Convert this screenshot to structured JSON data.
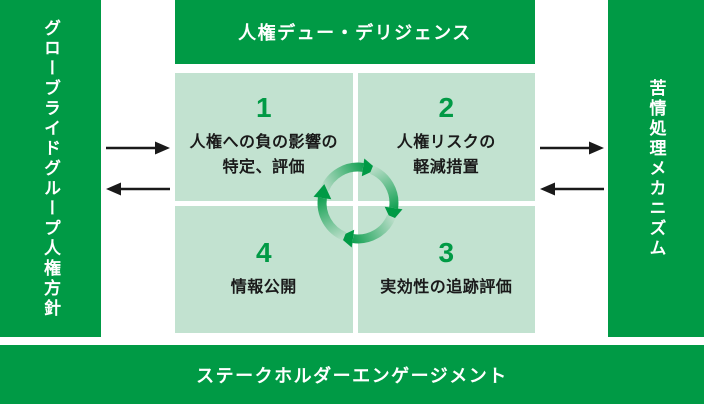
{
  "colors": {
    "brand_green": "#009a45",
    "panel_light_green": "#c2e2d0",
    "arrow_black": "#1a1a1a",
    "text_white": "#ffffff"
  },
  "top_bar": {
    "label": "人権デュー・デリジェンス"
  },
  "left_bar": {
    "label": "グローブライドグループ人権方針"
  },
  "right_bar": {
    "label": "苦情処理メカニズム"
  },
  "bottom_bar": {
    "label": "ステークホルダーエンゲージメント"
  },
  "steps": [
    {
      "number": "1",
      "line1": "人権への負の影響の",
      "line2": "特定、評価"
    },
    {
      "number": "2",
      "line1": "人権リスクの",
      "line2": "軽減措置"
    },
    {
      "number": "3",
      "line1": "実効性の追跡評価",
      "line2": ""
    },
    {
      "number": "4",
      "line1": "情報公開",
      "line2": ""
    }
  ],
  "cycle_icon": {
    "name": "clockwise-cycle-arrows",
    "direction": "clockwise",
    "color": "#009a45"
  },
  "connector_arrows": {
    "left_pair": [
      "right",
      "left"
    ],
    "right_pair": [
      "right",
      "left"
    ]
  }
}
